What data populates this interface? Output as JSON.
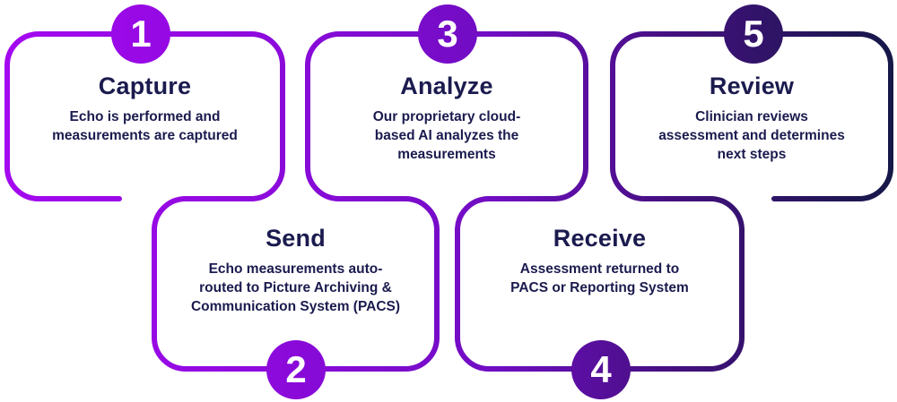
{
  "diagram": {
    "colors": {
      "gradient_start": "#A408F0",
      "gradient_stop2": "#8D0ADC",
      "gradient_stop3": "#700DC2",
      "gradient_stop4": "#44107F",
      "gradient_end": "#151847",
      "text": "#1B1B4F",
      "badge_number_text": "#FFFFFF"
    },
    "steps": [
      {
        "number": "1",
        "title": "Capture",
        "description": "Echo is performed and\nmeasurements are captured",
        "row": "top"
      },
      {
        "number": "2",
        "title": "Send",
        "description": "Echo measurements auto-\nrouted to Picture Archiving &\nCommunication System (PACS)",
        "row": "bottom"
      },
      {
        "number": "3",
        "title": "Analyze",
        "description": "Our proprietary cloud-\nbased AI analyzes the\nmeasurements",
        "row": "top"
      },
      {
        "number": "4",
        "title": "Receive",
        "description": "Assessment returned to\nPACS or Reporting System",
        "row": "bottom"
      },
      {
        "number": "5",
        "title": "Review",
        "description": "Clinician reviews\nassessment and determines\nnext steps",
        "row": "top"
      }
    ]
  }
}
